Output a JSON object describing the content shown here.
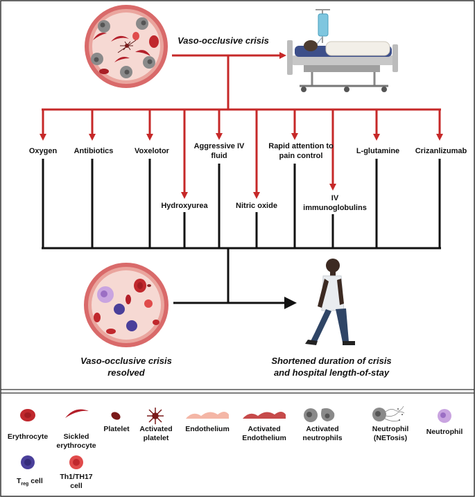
{
  "header": {
    "title": "Vaso-occlusive crisis"
  },
  "treatments": [
    {
      "id": "oxygen",
      "lines": [
        "Oxygen"
      ]
    },
    {
      "id": "antibiotics",
      "lines": [
        "Antibiotics"
      ]
    },
    {
      "id": "voxelotor",
      "lines": [
        "Voxelotor"
      ]
    },
    {
      "id": "hydroxyurea",
      "lines": [
        "Hydroxyurea"
      ]
    },
    {
      "id": "aggressive-iv-fluid",
      "lines": [
        "Aggressive IV",
        "fluid"
      ]
    },
    {
      "id": "nitric-oxide",
      "lines": [
        "Nitric oxide"
      ]
    },
    {
      "id": "rapid-attention",
      "lines": [
        "Rapid attention to",
        "pain control"
      ]
    },
    {
      "id": "iv-immunoglobulins",
      "lines": [
        "IV",
        "immunoglobulins"
      ]
    },
    {
      "id": "l-glutamine",
      "lines": [
        "L-glutamine"
      ]
    },
    {
      "id": "crizanlizumab",
      "lines": [
        "Crizanlizumab"
      ]
    }
  ],
  "outcomes": {
    "resolved": [
      "Vaso-occlusive crisis",
      "resolved"
    ],
    "shortened": [
      "Shortened duration of crisis",
      "and hospital length-of-stay"
    ]
  },
  "legend": {
    "erythrocyte": [
      "Erythrocyte"
    ],
    "sickled": [
      "Sickled",
      "erythrocyte"
    ],
    "platelet": [
      "Platelet"
    ],
    "activated_platelet": [
      "Activated",
      "platelet"
    ],
    "endothelium": [
      "Endothelium"
    ],
    "activated_endothelium": [
      "Activated",
      "Endothelium"
    ],
    "activated_neutrophils": [
      "Activated",
      "neutrophils"
    ],
    "netosis": [
      "Neutrophil",
      "(NETosis)"
    ],
    "neutrophil": [
      "Neutrophil"
    ],
    "treg_main": "T",
    "treg_sub": "reg",
    "treg_tail": " cell",
    "th": [
      "Th1/TH17",
      "cell"
    ]
  },
  "colors": {
    "arrow_red": "#c62828",
    "line_black": "#111111",
    "vessel_outer": "#d96a6a",
    "vessel_inner": "#f6d9d3",
    "erythrocyte": "#c0282d",
    "treg": "#4a3f9a",
    "th": "#e04b4b",
    "neutrophil": "#b79ad6",
    "gray_neutrophil": "#8a8a8a"
  }
}
